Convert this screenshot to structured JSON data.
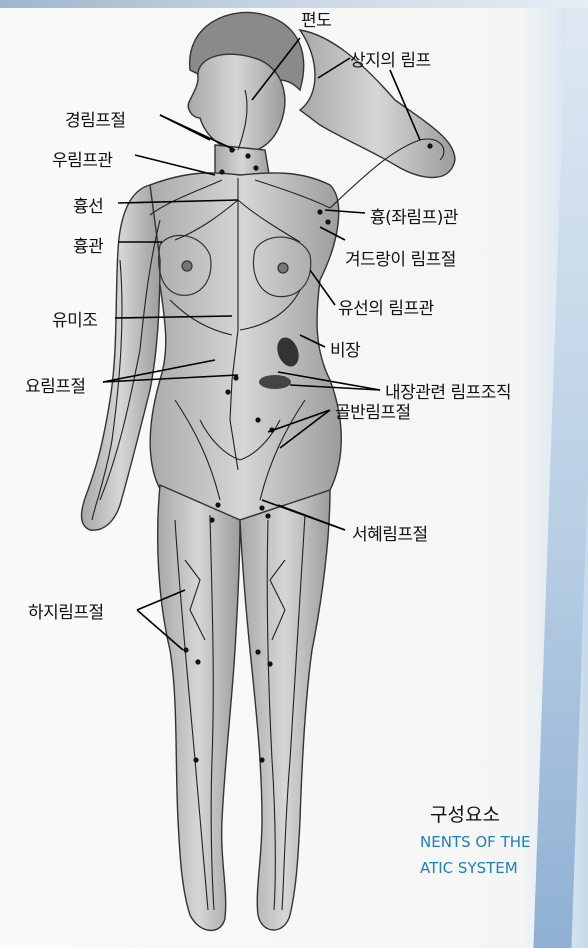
{
  "labels": {
    "tonsil": "편도",
    "upper_limb_lymph": "상지의 림프",
    "cervical_nodes": "경림프절",
    "right_lymph_duct": "우림프관",
    "thymus": "흉선",
    "thoracic_duct": "흉관",
    "thoracic_left_duct": "흉(좌림프)관",
    "axillary_nodes": "겨드랑이 림프절",
    "mammary_lymph_vessels": "유선의 림프관",
    "cisterna_chyli": "유미조",
    "spleen": "비장",
    "lumbar_nodes": "요림프절",
    "visceral_lymphoid_tissue": "내장관련 림프조직",
    "pelvic_nodes": "골반림프절",
    "inguinal_nodes": "서혜림프절",
    "lower_limb_nodes": "하지림프절"
  },
  "caption": {
    "korean": "구성요소",
    "english_line1": "NENTS OF THE",
    "english_line2": "ATIC SYSTEM"
  },
  "colors": {
    "caption_english": "#1e7fc0",
    "edge_blue": "#8fb0d4"
  }
}
